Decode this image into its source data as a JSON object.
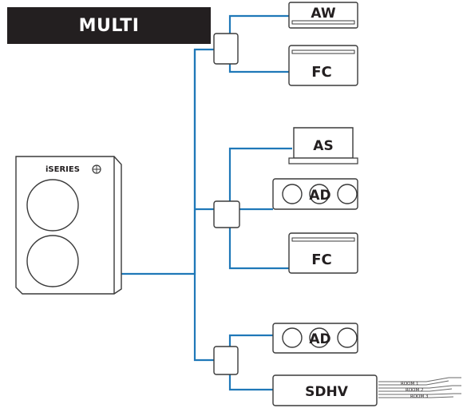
{
  "header": {
    "title": "MULTI"
  },
  "outdoor_unit": {
    "brand": "iSERIES"
  },
  "units": {
    "aw": "AW",
    "fc_top": "FC",
    "as": "AS",
    "ad_middle": "AD",
    "fc_middle": "FC",
    "ad_bottom": "AD",
    "sdhv": "SDHV"
  },
  "rooms": [
    "ROOM 1",
    "ROOM 2",
    "ROOM 3"
  ],
  "colors": {
    "pipe": "#1f78b8",
    "outline": "#3a3a3a",
    "badge": "#231f20"
  }
}
